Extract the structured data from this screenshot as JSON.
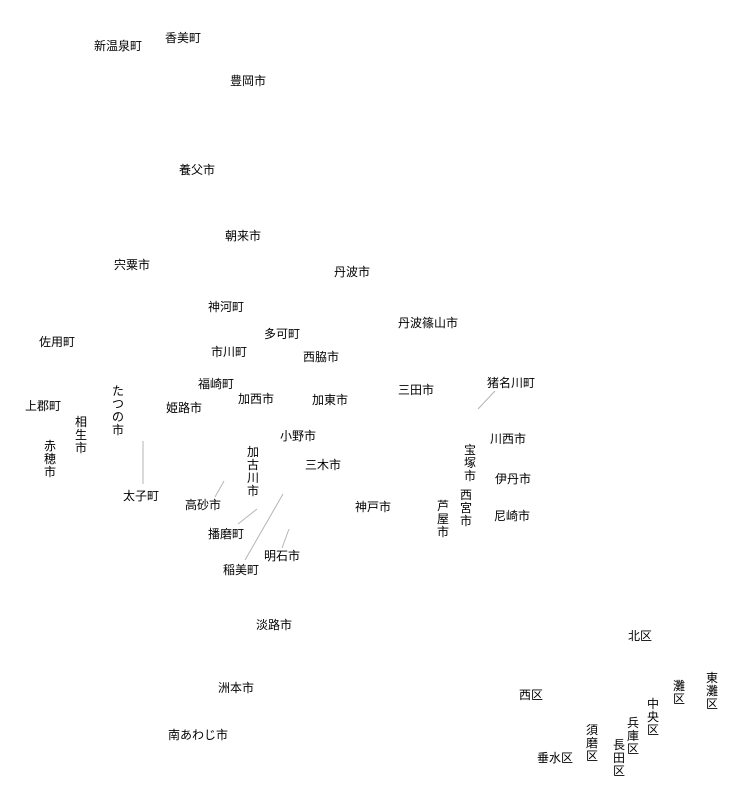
{
  "map": {
    "labels": {
      "shinonsen": "新温泉町",
      "kami": "香美町",
      "toyooka": "豊岡市",
      "yabu": "養父市",
      "asago": "朝来市",
      "shiso": "宍粟市",
      "tamba": "丹波市",
      "kamikawa": "神河町",
      "taka": "多可町",
      "tambasasayama": "丹波篠山市",
      "sayo": "佐用町",
      "ichikawa": "市川町",
      "nishiwaki": "西脇市",
      "fukusaki": "福崎町",
      "tatsuno": "たつの市",
      "sanda": "三田市",
      "inagawa": "猪名川町",
      "kamigori": "上郡町",
      "himeji": "姫路市",
      "kasai": "加西市",
      "kato": "加東市",
      "aioi": "相生市",
      "ako": "赤穂市",
      "ono": "小野市",
      "kawanishi": "川西市",
      "kakogawa": "加古川市",
      "takarazuka": "宝塚市",
      "miki": "三木市",
      "itami": "伊丹市",
      "taishi": "太子町",
      "nishinomiya": "西宮市",
      "takasago": "高砂市",
      "kobe": "神戸市",
      "ashiya": "芦屋市",
      "amagasaki": "尼崎市",
      "harima": "播磨町",
      "akashi": "明石市",
      "inami": "稲美町",
      "awaji": "淡路市",
      "kita_ku": "北区",
      "sumoto": "洲本市",
      "nishi_ku": "西区",
      "nada_ku": "灘区",
      "higashinada_ku": "東灘区",
      "chuo_ku": "中央区",
      "hyogo_ku": "兵庫区",
      "suma_ku": "須磨区",
      "minamiawaji": "南あわじ市",
      "nagata_ku": "長田区",
      "tarumi_ku": "垂水区"
    }
  }
}
